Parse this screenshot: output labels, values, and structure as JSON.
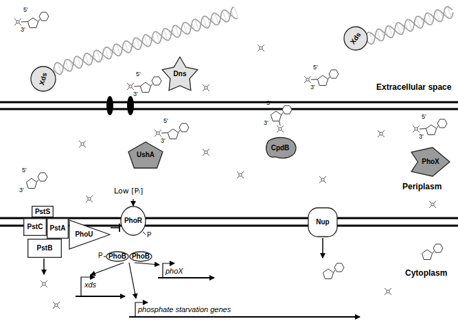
{
  "diagram": {
    "nodes": [
      {
        "text": [
          "Xds"
        ]
      },
      {
        "text": [
          "Dns"
        ]
      },
      {
        "text": [
          "Xds"
        ]
      },
      {
        "text": [
          "UshA"
        ]
      },
      {
        "text": [
          "CpdB"
        ]
      },
      {
        "text": [
          "PhoX"
        ]
      },
      {
        "text": [
          "PstS"
        ]
      },
      {
        "text": [
          "PstC"
        ]
      },
      {
        "text": [
          "PstA"
        ]
      },
      {
        "text": [
          "PhoU"
        ]
      },
      {
        "text": [
          "PstB"
        ]
      },
      {
        "text": [
          "PhoR"
        ]
      },
      {
        "text": [
          "PhoB"
        ]
      },
      {
        "text": [
          "PhoB"
        ]
      },
      {
        "text": [
          "Nup"
        ]
      }
    ],
    "edges": [
      {
        "from": 9,
        "to": 11,
        "arrow": "to"
      }
    ],
    "labels": [
      "Extracellular space",
      "Periplasm",
      "Cytoplasm",
      "Low [Pᵢ]",
      "P",
      "P",
      "xds",
      "phoX",
      "phosphate starvation genes",
      "5'",
      "3'",
      "5'",
      "3'",
      "5'",
      "3'",
      "5'",
      "3'",
      "5'",
      "3'",
      "5'",
      "3'",
      "5'",
      "3'"
    ]
  }
}
